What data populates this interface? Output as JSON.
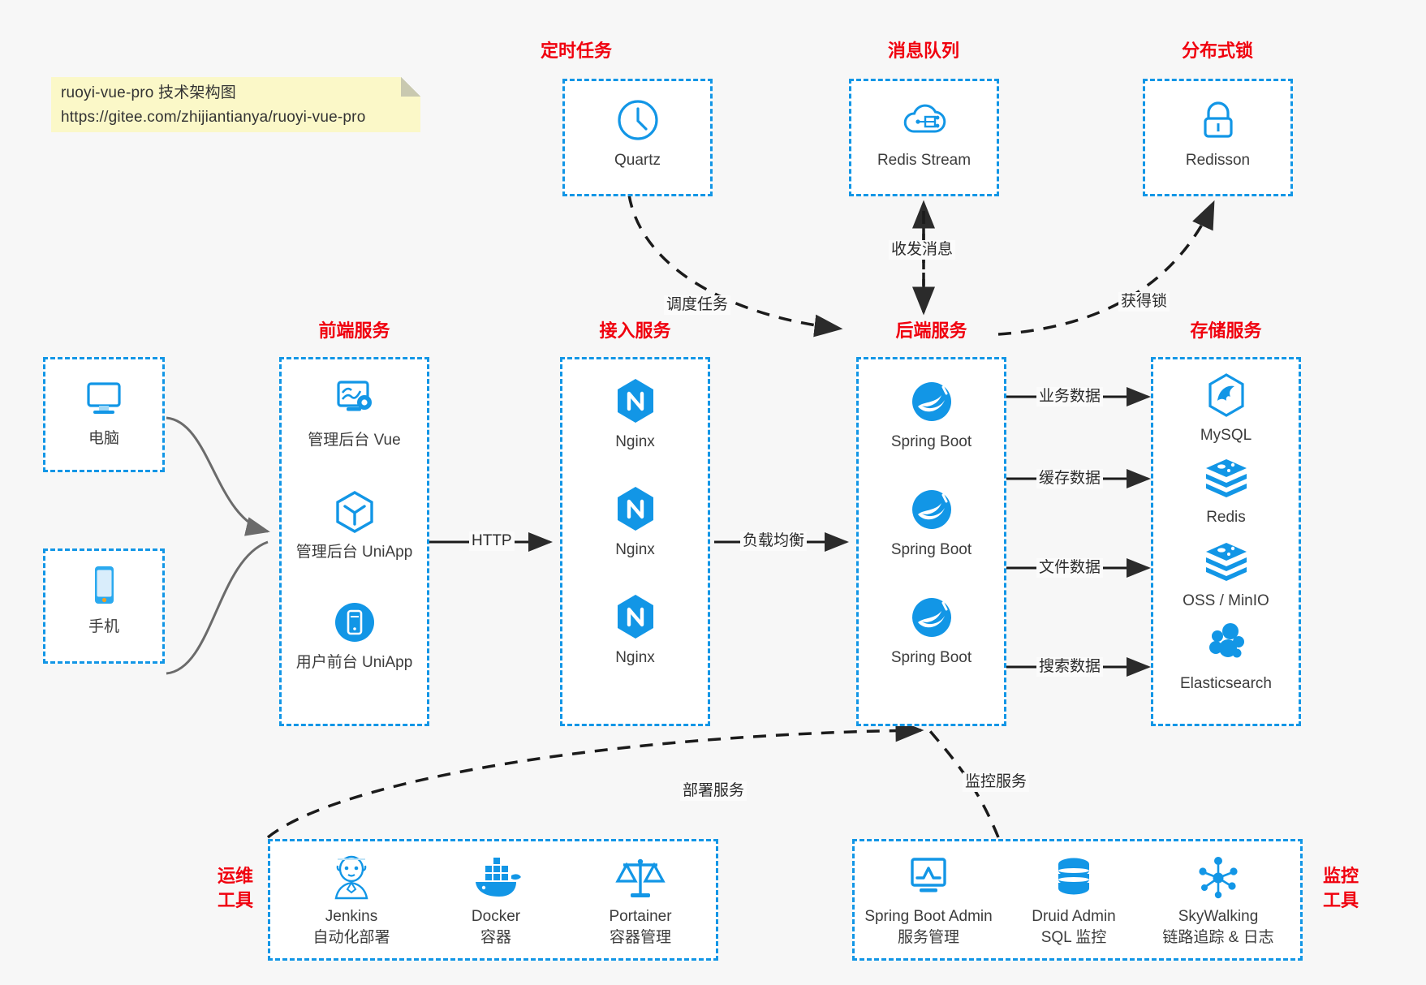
{
  "note": {
    "line1": "ruoyi-vue-pro 技术架构图",
    "line2": "https://gitee.com/zhijiantianya/ruoyi-vue-pro"
  },
  "groups": {
    "scheduler": {
      "title": "定时任务",
      "nodes": [
        {
          "label": "Quartz",
          "icon": "clock-icon"
        }
      ]
    },
    "mq": {
      "title": "消息队列",
      "nodes": [
        {
          "label": "Redis Stream",
          "icon": "cloud-stream-icon"
        }
      ]
    },
    "lock": {
      "title": "分布式锁",
      "nodes": [
        {
          "label": "Redisson",
          "icon": "lock-icon"
        }
      ]
    },
    "clients": {
      "nodes": [
        {
          "label": "电脑",
          "icon": "desktop-icon"
        },
        {
          "label": "手机",
          "icon": "mobile-icon"
        }
      ]
    },
    "frontend": {
      "title": "前端服务",
      "nodes": [
        {
          "label": "管理后台 Vue",
          "icon": "dashboard-gear-icon"
        },
        {
          "label": "管理后台 UniApp",
          "icon": "uniapp-cube-icon"
        },
        {
          "label": "用户前台 UniApp",
          "icon": "phone-round-icon"
        }
      ]
    },
    "gateway": {
      "title": "接入服务",
      "nodes": [
        {
          "label": "Nginx",
          "icon": "nginx-icon"
        },
        {
          "label": "Nginx",
          "icon": "nginx-icon"
        },
        {
          "label": "Nginx",
          "icon": "nginx-icon"
        }
      ]
    },
    "backend": {
      "title": "后端服务",
      "nodes": [
        {
          "label": "Spring Boot",
          "icon": "spring-icon"
        },
        {
          "label": "Spring Boot",
          "icon": "spring-icon"
        },
        {
          "label": "Spring Boot",
          "icon": "spring-icon"
        }
      ]
    },
    "storage": {
      "title": "存储服务",
      "nodes": [
        {
          "label": "MySQL",
          "icon": "mysql-icon"
        },
        {
          "label": "Redis",
          "icon": "redis-icon"
        },
        {
          "label": "OSS / MinIO",
          "icon": "oss-icon"
        },
        {
          "label": "Elasticsearch",
          "icon": "elasticsearch-icon"
        }
      ]
    },
    "devops": {
      "title_line1": "运维",
      "title_line2": "工具",
      "nodes": [
        {
          "label": "Jenkins",
          "sub": "自动化部署",
          "icon": "jenkins-icon"
        },
        {
          "label": "Docker",
          "sub": "容器",
          "icon": "docker-icon"
        },
        {
          "label": "Portainer",
          "sub": "容器管理",
          "icon": "scales-icon"
        }
      ]
    },
    "monitor": {
      "title_line1": "监控",
      "title_line2": "工具",
      "nodes": [
        {
          "label": "Spring Boot Admin",
          "sub": "服务管理",
          "icon": "monitor-chart-icon"
        },
        {
          "label": "Druid Admin",
          "sub": "SQL 监控",
          "icon": "database-icon"
        },
        {
          "label": "SkyWalking",
          "sub": "链路追踪 & 日志",
          "icon": "skywalking-icon"
        }
      ]
    }
  },
  "edges": {
    "schedule_task": "调度任务",
    "send_receive_msg": "收发消息",
    "acquire_lock": "获得锁",
    "http": "HTTP",
    "load_balance": "负载均衡",
    "business_data": "业务数据",
    "cache_data": "缓存数据",
    "file_data": "文件数据",
    "search_data": "搜索数据",
    "deploy_service": "部署服务",
    "monitor_service": "监控服务"
  },
  "colors": {
    "accent": "#1296e6",
    "title": "#f0000e",
    "text": "#3c3c3c",
    "note_bg": "#fbf8c8",
    "bg": "#f7f7f7"
  }
}
